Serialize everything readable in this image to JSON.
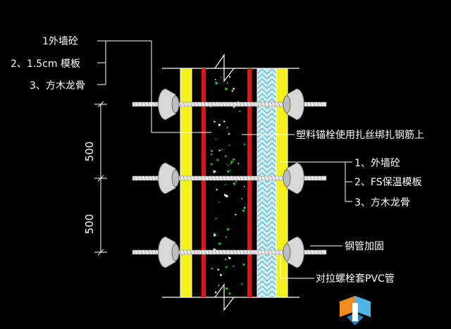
{
  "labels_left": {
    "item1": "1外墙砼",
    "item2": "2、1.5cm 模板",
    "item3": "3、方木龙骨"
  },
  "labels_right": {
    "anchor_note": "塑料锚栓使用扎丝绑扎钢筋上",
    "item1": "1、外墙砼",
    "item2": "2、FS保温模板",
    "item3": "3、方木龙骨",
    "steel_pipe": "钢管加固",
    "tie_bolt": "对拉螺栓套PVC管"
  },
  "dimensions": {
    "upper": "500",
    "lower": "500"
  },
  "colors": {
    "background": "#000000",
    "formwork": "#f2f21a",
    "rebar": "#e31212",
    "insulation": "#a8e6f0",
    "bolt": "#e8e8e8",
    "line": "#ffffff",
    "concrete_speck": "#22cc22"
  },
  "icons": {
    "corner_logo": "cube-logo-icon"
  }
}
